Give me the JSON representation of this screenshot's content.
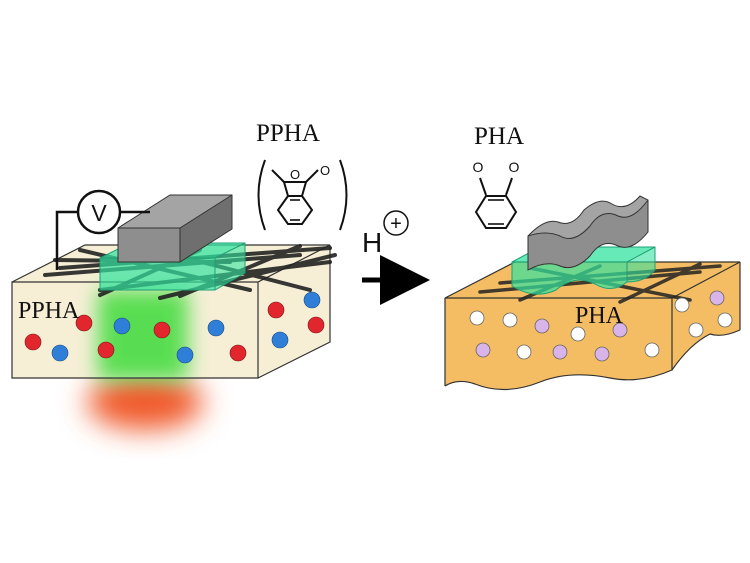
{
  "labels": {
    "ppha_formula": "PPHA",
    "ppha_block": "PPHA",
    "pha_formula": "PHA",
    "pha_block": "PHA",
    "acid_h": "H",
    "acid_plus": "+",
    "voltmeter": "V",
    "oxygen": "O"
  },
  "colors": {
    "intact_film": "#f6efd6",
    "degraded_film": "#f4bd63",
    "gel_layer": "#33e3a0",
    "electrode": "#8e8e8e",
    "red_particle": "#e1262d",
    "blue_particle": "#2f7fd8",
    "white_particle": "#ffffff",
    "lilac_particle": "#d8b4e8",
    "glow_green": "#3ddb3a",
    "glow_red": "#f05a2a"
  }
}
